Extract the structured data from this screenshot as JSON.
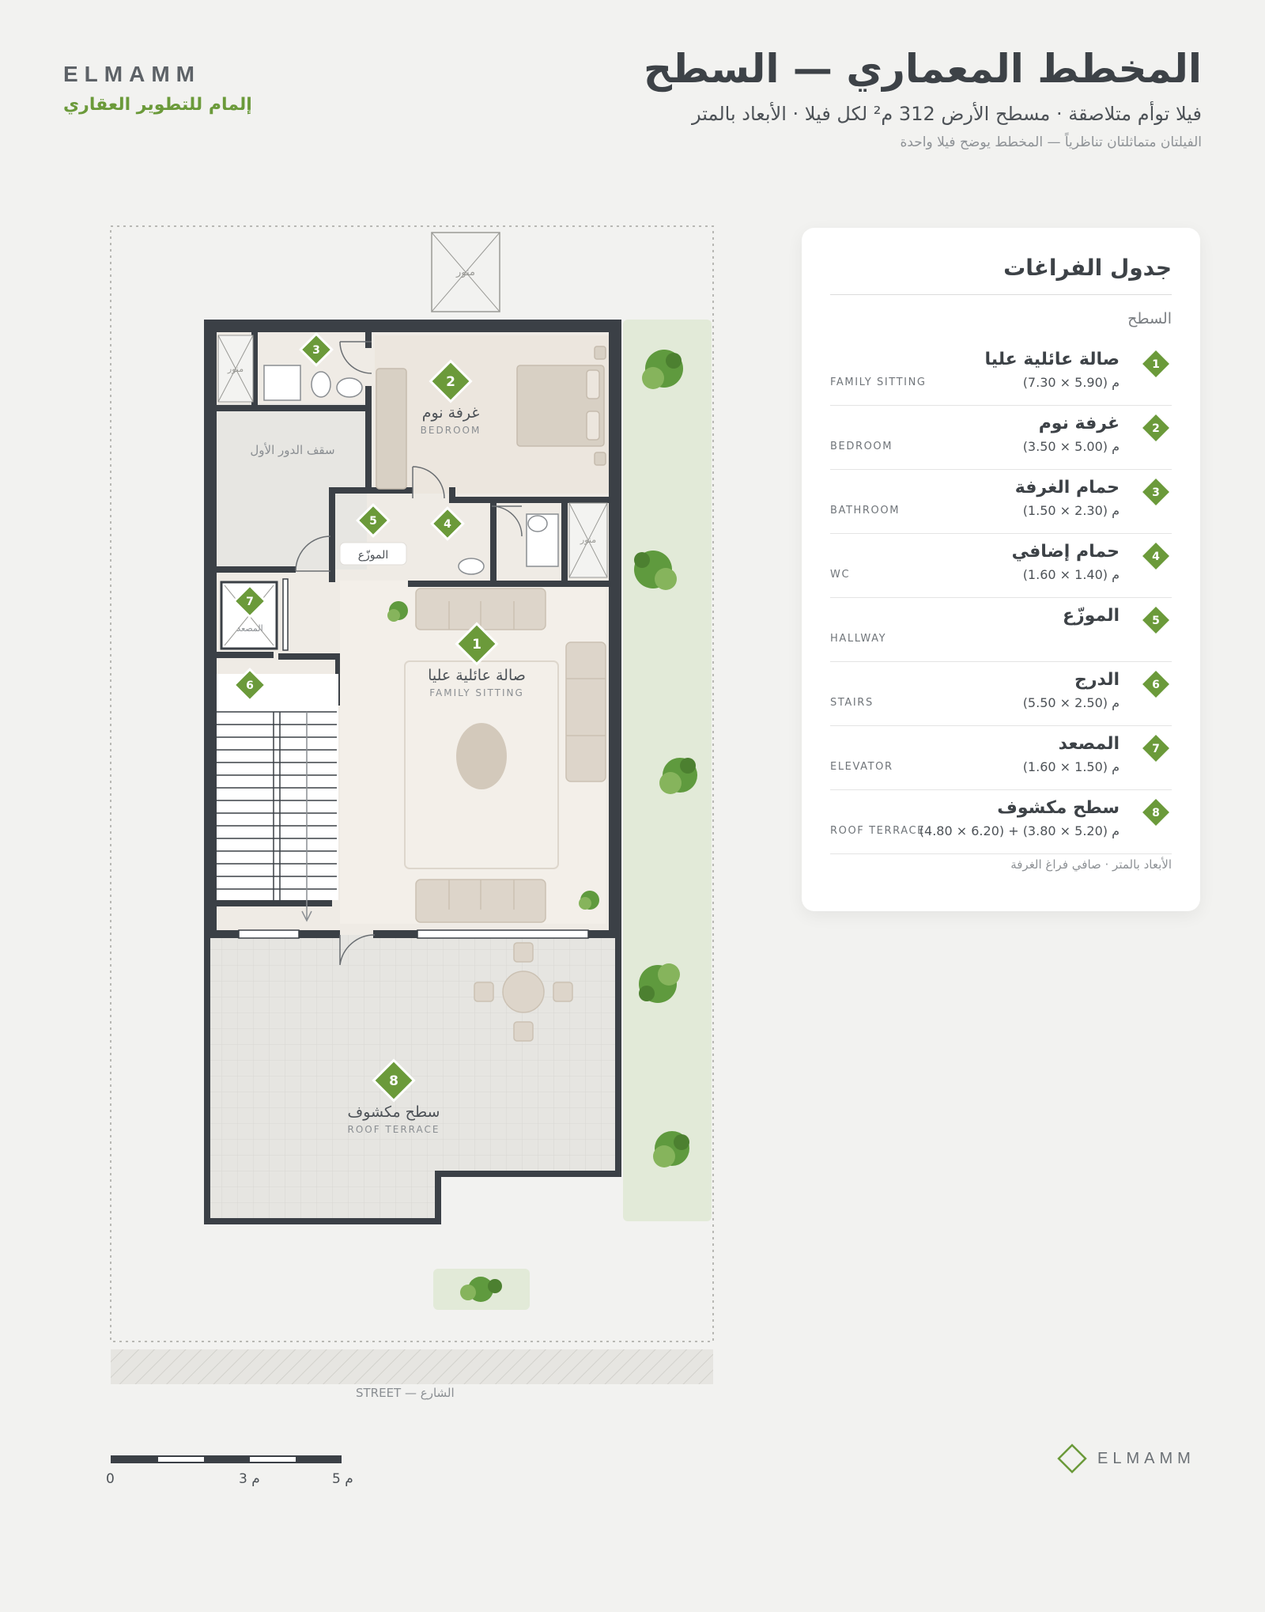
{
  "brand": {
    "name": "ELMAMM",
    "tagline": "إلمام للتطوير العقاري"
  },
  "header": {
    "title": "المخطط المعماري — السطح",
    "subtitle": "فيلا توأم متلاصقة · مسطح الأرض 312 م² لكل فيلا · الأبعاد بالمتر",
    "note": "الفيلتان متماثلتان تناظرياً — المخطط يوضح فيلا واحدة"
  },
  "colors": {
    "accent": "#6b9a3a",
    "wall": "#3b4046",
    "room_fill": "#efebe5",
    "terrace_fill": "#e4e3df",
    "garden": "#e2ead8"
  },
  "plan_labels": {
    "skylight": "منور",
    "first_floor_roof": "سقف الدور الأول",
    "hallway": "الموزّع",
    "elevator": "المصعد",
    "family_ar": "صالة عائلية عليا",
    "family_en": "FAMILY SITTING",
    "bedroom_ar": "غرفة نوم",
    "bedroom_en": "BEDROOM",
    "terrace_ar": "سطح مكشوف",
    "terrace_en": "ROOF TERRACE",
    "street": "STREET — الشارع"
  },
  "badges": [
    "1",
    "2",
    "3",
    "4",
    "5",
    "6",
    "7",
    "8"
  ],
  "schedule": {
    "title": "جدول الفراغات",
    "floor": "السطح",
    "footnote": "الأبعاد بالمتر · صافي فراغ الغرفة",
    "rows": [
      {
        "num": "1",
        "ar": "صالة عائلية عليا",
        "en": "FAMILY SITTING",
        "dim": "(7.30 × 5.90) م"
      },
      {
        "num": "2",
        "ar": "غرفة نوم",
        "en": "BEDROOM",
        "dim": "(3.50 × 5.00) م"
      },
      {
        "num": "3",
        "ar": "حمام الغرفة",
        "en": "BATHROOM",
        "dim": "(1.50 × 2.30) م"
      },
      {
        "num": "4",
        "ar": "حمام إضافي",
        "en": "WC",
        "dim": "(1.60 × 1.40) م"
      },
      {
        "num": "5",
        "ar": "الموزّع",
        "en": "HALLWAY",
        "dim": ""
      },
      {
        "num": "6",
        "ar": "الدرج",
        "en": "STAIRS",
        "dim": "(5.50 × 2.50) م"
      },
      {
        "num": "7",
        "ar": "المصعد",
        "en": "ELEVATOR",
        "dim": "(1.60 × 1.50) م"
      },
      {
        "num": "8",
        "ar": "سطح مكشوف",
        "en": "ROOF TERRACE",
        "dim": "(4.80 × 6.20) + (3.80 × 5.20) م"
      }
    ]
  },
  "scale": {
    "zero": "0",
    "mid": "3 م",
    "max": "5 م"
  },
  "footer": {
    "logo_text": "ELMAMM"
  }
}
